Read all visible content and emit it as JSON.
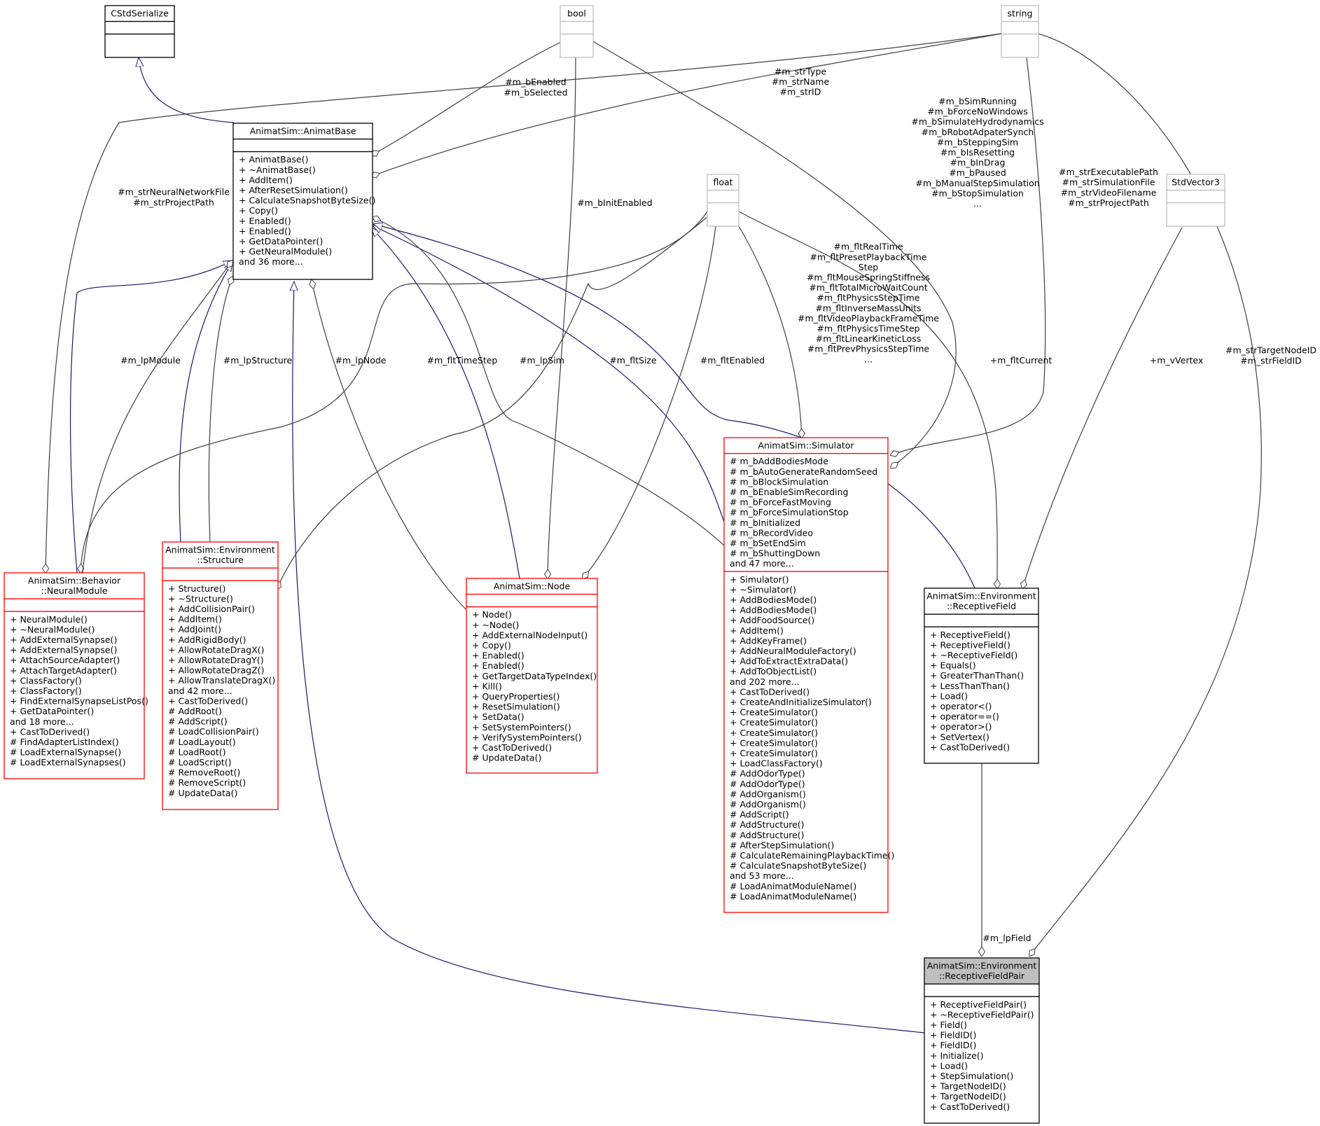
{
  "classes": {
    "cstdserialize": {
      "title": [
        "CStdSerialize"
      ],
      "attrs": [],
      "methods": []
    },
    "bool": {
      "title": [
        "bool"
      ],
      "attrs": [],
      "methods": []
    },
    "string": {
      "title": [
        "string"
      ],
      "attrs": [],
      "methods": []
    },
    "float": {
      "title": [
        "float"
      ],
      "attrs": [],
      "methods": []
    },
    "stdvector3": {
      "title": [
        "StdVector3"
      ],
      "attrs": [],
      "methods": []
    },
    "animatbase": {
      "title": [
        "AnimatSim::AnimatBase"
      ],
      "attrs": [],
      "methods": [
        "+ AnimatBase()",
        "+ ~AnimatBase()",
        "+ AddItem()",
        "+ AfterResetSimulation()",
        "+ CalculateSnapshotByteSize()",
        "+ Copy()",
        "+ Enabled()",
        "+ Enabled()",
        "+ GetDataPointer()",
        "+ GetNeuralModule()",
        "and 36 more..."
      ]
    },
    "neuralmodule": {
      "title": [
        "AnimatSim::Behavior",
        "::NeuralModule"
      ],
      "attrs": [],
      "methods": [
        "+ NeuralModule()",
        "+ ~NeuralModule()",
        "+ AddExternalSynapse()",
        "+ AddExternalSynapse()",
        "+ AttachSourceAdapter()",
        "+ AttachTargetAdapter()",
        "+ ClassFactory()",
        "+ ClassFactory()",
        "+ FindExternalSynapseListPos()",
        "+ GetDataPointer()",
        "and 18 more...",
        "+ CastToDerived()",
        "# FindAdapterListIndex()",
        "# LoadExternalSynapse()",
        "# LoadExternalSynapses()"
      ]
    },
    "structure": {
      "title": [
        "AnimatSim::Environment",
        "::Structure"
      ],
      "attrs": [],
      "methods": [
        "+ Structure()",
        "+ ~Structure()",
        "+ AddCollisionPair()",
        "+ AddItem()",
        "+ AddJoint()",
        "+ AddRigidBody()",
        "+ AllowRotateDragX()",
        "+ AllowRotateDragY()",
        "+ AllowRotateDragZ()",
        "+ AllowTranslateDragX()",
        "and 42 more...",
        "+ CastToDerived()",
        "# AddRoot()",
        "# AddScript()",
        "# LoadCollisionPair()",
        "# LoadLayout()",
        "# LoadRoot()",
        "# LoadScript()",
        "# RemoveRoot()",
        "# RemoveScript()",
        "# UpdateData()"
      ]
    },
    "node": {
      "title": [
        "AnimatSim::Node"
      ],
      "attrs": [],
      "methods": [
        "+ Node()",
        "+ ~Node()",
        "+ AddExternalNodeInput()",
        "+ Copy()",
        "+ Enabled()",
        "+ Enabled()",
        "+ GetTargetDataTypeIndex()",
        "+ Kill()",
        "+ QueryProperties()",
        "+ ResetSimulation()",
        "+ SetData()",
        "+ SetSystemPointers()",
        "+ VerifySystemPointers()",
        "+ CastToDerived()",
        "# UpdateData()"
      ]
    },
    "simulator": {
      "title": [
        "AnimatSim::Simulator"
      ],
      "attrs": [
        "# m_bAddBodiesMode",
        "# m_bAutoGenerateRandomSeed",
        "# m_bBlockSimulation",
        "# m_bEnableSimRecording",
        "# m_bForceFastMoving",
        "# m_bForceSimulationStop",
        "# m_bInitialized",
        "# m_bRecordVideo",
        "# m_bSetEndSim",
        "# m_bShuttingDown",
        "and 47 more..."
      ],
      "methods": [
        "+ Simulator()",
        "+ ~Simulator()",
        "+ AddBodiesMode()",
        "+ AddBodiesMode()",
        "+ AddFoodSource()",
        "+ AddItem()",
        "+ AddKeyFrame()",
        "+ AddNeuralModuleFactory()",
        "+ AddToExtractExtraData()",
        "+ AddToObjectList()",
        "and 202 more...",
        "+ CastToDerived()",
        "+ CreateAndInitializeSimulator()",
        "+ CreateSimulator()",
        "+ CreateSimulator()",
        "+ CreateSimulator()",
        "+ CreateSimulator()",
        "+ CreateSimulator()",
        "+ LoadClassFactory()",
        "# AddOdorType()",
        "# AddOdorType()",
        "# AddOrganism()",
        "# AddOrganism()",
        "# AddScript()",
        "# AddStructure()",
        "# AddStructure()",
        "# AfterStepSimulation()",
        "# CalculateRemainingPlaybackTime()",
        "# CalculateSnapshotByteSize()",
        "and 53 more...",
        "# LoadAnimatModuleName()",
        "# LoadAnimatModuleName()"
      ]
    },
    "receptivefield": {
      "title": [
        "AnimatSim::Environment",
        "::ReceptiveField"
      ],
      "attrs": [],
      "methods": [
        "+ ReceptiveField()",
        "+ ReceptiveField()",
        "+ ~ReceptiveField()",
        "+ Equals()",
        "+ GreaterThanThan()",
        "+ LessThanThan()",
        "+ Load()",
        "+ operator<()",
        "+ operator==()",
        "+ operator>()",
        "+ SetVertex()",
        "+ CastToDerived()"
      ]
    },
    "rfpair": {
      "title": [
        "AnimatSim::Environment",
        "::ReceptiveFieldPair"
      ],
      "attrs": [],
      "methods": [
        "+ ReceptiveFieldPair()",
        "+ ~ReceptiveFieldPair()",
        "+ Field()",
        "+ FieldID()",
        "+ FieldID()",
        "+ Initialize()",
        "+ Load()",
        "+ StepSimulation()",
        "+ TargetNodeID()",
        "+ TargetNodeID()",
        "+ CastToDerived()"
      ]
    }
  },
  "edge_labels": {
    "bool_animatbase": [
      "#m_bEnabled",
      "#m_bSelected"
    ],
    "string_animatbase": [
      "#m_strType",
      "#m_strName",
      "#m_strID"
    ],
    "bool_node": [
      "#m_bInitEnabled"
    ],
    "string_neuralmodule": [
      "#m_strNeuralNetworkFile",
      "#m_strProjectPath"
    ],
    "bool_simulator": [
      "#m_bSimRunning",
      "#m_bForceNoWindows",
      "#m_bSimulateHydrodynamics",
      "#m_bRobotAdpaterSynch",
      "#m_bSteppingSim",
      "#m_bIsResetting",
      "#m_bInDrag",
      "#m_bPaused",
      "#m_bManualStepSimulation",
      "#m_bStopSimulation",
      "..."
    ],
    "string_simulator": [
      "#m_strExecutablePath",
      "#m_strSimulationFile",
      "#m_strVideoFilename",
      "#m_strProjectPath"
    ],
    "float_simulator": [
      "#m_fltRealTime",
      "#m_fltPresetPlaybackTime",
      "Step",
      "#m_fltMouseSpringStiffness",
      "#m_fltTotalMicroWaitCount",
      "#m_fltPhysicsStepTime",
      "#m_fltInverseMassUnits",
      "#m_fltVideoPlaybackFrameTime",
      "#m_fltPhysicsTimeStep",
      "#m_fltLinearKineticLoss",
      "#m_fltPrevPhysicsStepTime",
      "..."
    ],
    "lpmodule": [
      "#m_lpModule"
    ],
    "lpstructure": [
      "#m_lpStructure"
    ],
    "lpnode": [
      "#m_lpNode"
    ],
    "flttimestep": [
      "#m_fltTimeStep"
    ],
    "lpsim": [
      "#m_lpSim"
    ],
    "fltsize": [
      "#m_fltSize"
    ],
    "fltenabled": [
      "#m_fltEnabled"
    ],
    "fltcurrent": [
      "+m_fltCurrent"
    ],
    "vvertex": [
      "+m_vVertex"
    ],
    "string_rfpair": [
      "#m_strTargetNodeID",
      "#m_strFieldID"
    ],
    "lpfield": [
      "#m_lpField"
    ]
  }
}
